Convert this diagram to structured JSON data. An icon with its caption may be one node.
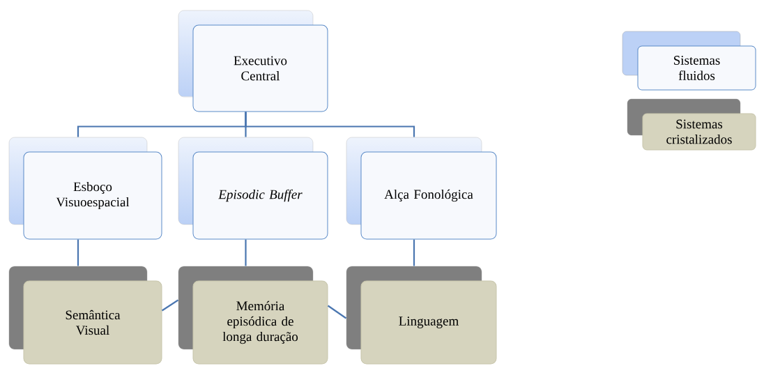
{
  "diagram": {
    "nodes": [
      {
        "text": [
          "Executivo Central"
        ]
      },
      {
        "text": [
          "Esboço Visuoespacial"
        ]
      },
      {
        "text": [
          "Episodic Buffer"
        ]
      },
      {
        "text": [
          "Alça Fonológica"
        ]
      },
      {
        "text": [
          "Semântica Visual"
        ]
      },
      {
        "text": [
          "Memória episódica de longa duração"
        ]
      },
      {
        "text": [
          "Linguagem"
        ]
      }
    ],
    "edges": [
      {
        "from": 0,
        "to": 1,
        "arrow": "none"
      },
      {
        "from": 0,
        "to": 2,
        "arrow": "none"
      },
      {
        "from": 0,
        "to": 3,
        "arrow": "none"
      },
      {
        "from": 1,
        "to": 4,
        "arrow": "none"
      },
      {
        "from": 2,
        "to": 5,
        "arrow": "none"
      },
      {
        "from": 3,
        "to": 6,
        "arrow": "none"
      },
      {
        "from": 4,
        "to": 5,
        "arrow": "none"
      },
      {
        "from": 5,
        "to": 6,
        "arrow": "none"
      }
    ],
    "legend": [
      {
        "text": "Sistemas fluidos",
        "color": "#bcd1f6"
      },
      {
        "text": "Sistemas cristalizados",
        "color": "#7f7f7f"
      }
    ]
  }
}
